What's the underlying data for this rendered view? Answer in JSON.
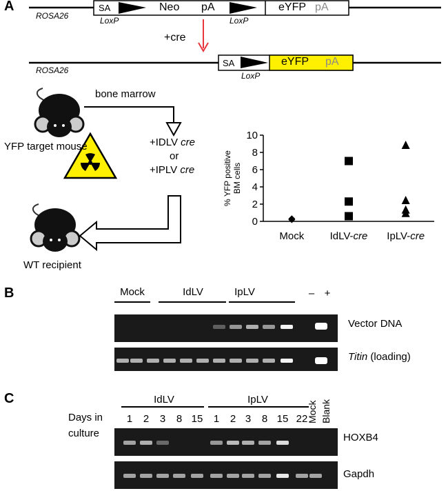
{
  "panels": {
    "a": "A",
    "b": "B",
    "c": "C"
  },
  "construct": {
    "locus": "ROSA26",
    "sa": "SA",
    "neo": "Neo",
    "pa": "pA",
    "eyfp": "eYFP",
    "loxp": "LoxP",
    "cre_label": "+cre"
  },
  "scheme": {
    "bone_marrow": "bone marrow",
    "target_mouse": "YFP target mouse",
    "idlv": "+IDLV ",
    "idlv_italic": "cre",
    "or": "or",
    "iplv": "+IPLV ",
    "iplv_italic": "cre",
    "recipient": "WT recipient"
  },
  "chart_data": {
    "type": "scatter",
    "categories": [
      "Mock",
      "IdLV-cre",
      "IpLV-cre"
    ],
    "ylabel": "% YFP positive BM cells",
    "ylim": [
      0,
      10
    ],
    "yticks": [
      "0",
      "2",
      "4",
      "6",
      "8",
      "10"
    ],
    "series": [
      {
        "marker": "diamond",
        "category": "Mock",
        "values": [
          0.3,
          0.2
        ]
      },
      {
        "marker": "square",
        "category": "IdLV-cre",
        "values": [
          7.0,
          2.3,
          0.6
        ]
      },
      {
        "marker": "triangle",
        "category": "IpLV-cre",
        "values": [
          8.8,
          2.4,
          1.3,
          0.9
        ]
      }
    ],
    "xlabels": [
      {
        "main": "Mock",
        "italic": ""
      },
      {
        "main": "IdLV-",
        "italic": "cre"
      },
      {
        "main": "IpLV-",
        "italic": "cre"
      }
    ]
  },
  "gel_b": {
    "groups": [
      "Mock",
      "IdLV",
      "IpLV"
    ],
    "controls": [
      "–",
      "+"
    ],
    "rows": [
      {
        "label": "Vector DNA",
        "italic": ""
      },
      {
        "label": " (loading)",
        "italic": "Titin"
      }
    ]
  },
  "gel_c": {
    "groups": [
      "IdLV",
      "IpLV"
    ],
    "days_label_1": "Days in",
    "days_label_2": "culture",
    "idlv_days": [
      "1",
      "2",
      "3",
      "8",
      "15"
    ],
    "iplv_days": [
      "1",
      "2",
      "3",
      "8",
      "15",
      "22"
    ],
    "controls": [
      "Mock",
      "Blank"
    ],
    "rows": [
      "HOXB4",
      "Gapdh"
    ]
  }
}
